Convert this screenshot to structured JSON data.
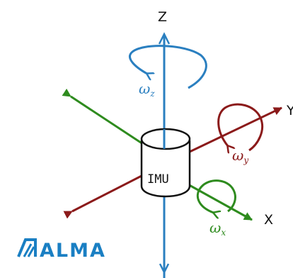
{
  "colors": {
    "z_axis": "#2a7fc0",
    "x_axis": "#2e8b1e",
    "y_axis": "#8b1a1a",
    "ink": "#111111",
    "logo": "#1a7fc3"
  },
  "axes": {
    "z_label": "Z",
    "x_label": "X",
    "y_label": "Y"
  },
  "rotations": {
    "omega_z_symbol": "ω",
    "omega_z_subscript": "z",
    "omega_x_symbol": "ω",
    "omega_x_subscript": "x",
    "omega_y_symbol": "ω",
    "omega_y_subscript": "y"
  },
  "sensor": {
    "label": "IMU"
  },
  "logo": {
    "text": "ALMA",
    "icon": "alma-logo-icon"
  }
}
